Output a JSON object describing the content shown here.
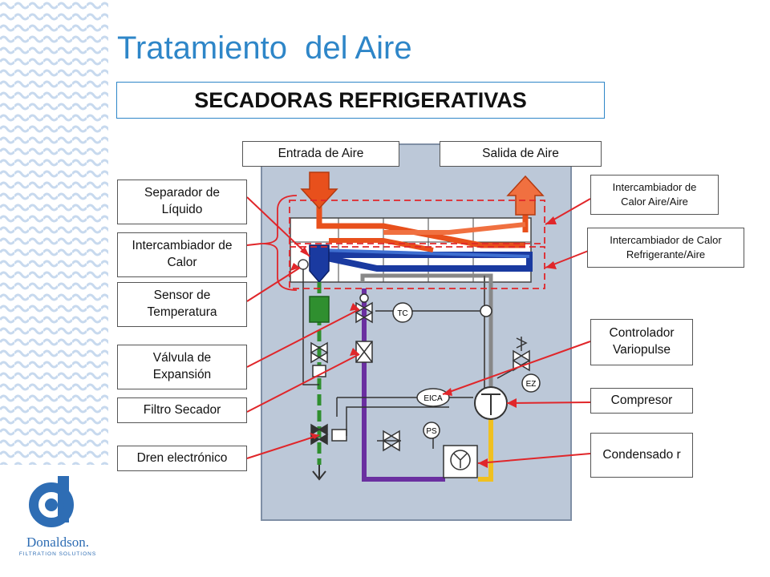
{
  "title": "Tratamiento  del Aire",
  "subtitle": "SECADORAS REFRIGERATIVAS",
  "labels": {
    "entrada": "Entrada de Aire",
    "salida": "Salida de Aire",
    "separador": "Separador de Líquido",
    "intercambiador": "Intercambiador de Calor",
    "sensor": "Sensor de Temperatura",
    "valvula": "Válvula de Expansión",
    "filtro": "Filtro Secador",
    "dren": "Dren electrónico",
    "aire_aire": "Intercambiador de Calor Aire/Aire",
    "refrigerante_aire": "Intercambiador de Calor Refrigerante/Aire",
    "controlador": "Controlador Variopulse",
    "compresor": "Compresor",
    "condensador": "Condensado r"
  },
  "components": {
    "tc": "TC",
    "eica": "EICA",
    "ez": "EZ",
    "ps": "PS"
  },
  "logo": {
    "name": "Donaldson.",
    "tagline": "FILTRATION SOLUTIONS"
  },
  "colors": {
    "title": "#2e86c8",
    "hot_air": "#e8501c",
    "cold_air": "#1a3aa0",
    "refrigerant_hot": "#f0c020",
    "refrigerant_liquid": "#6a2fa0",
    "drain": "#2f8f2f",
    "leader": "#e0262a"
  }
}
